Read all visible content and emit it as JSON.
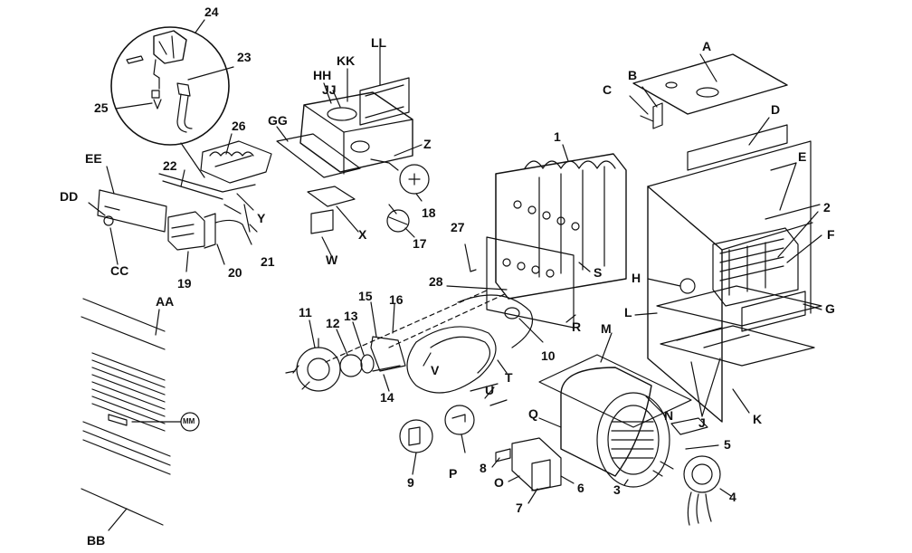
{
  "colors": {
    "ink": "#111111",
    "paper": "#ffffff"
  },
  "labels": {
    "n1": "1",
    "n2": "2",
    "n3": "3",
    "n4": "4",
    "n5": "5",
    "n6": "6",
    "n7": "7",
    "n8": "8",
    "n9": "9",
    "n10": "10",
    "n11": "11",
    "n12": "12",
    "n13": "13",
    "n14": "14",
    "n15": "15",
    "n16": "16",
    "n17": "17",
    "n18": "18",
    "n19": "19",
    "n20": "20",
    "n21": "21",
    "n22": "22",
    "n23": "23",
    "n24": "24",
    "n25": "25",
    "n26": "26",
    "n27": "27",
    "n28": "28",
    "A": "A",
    "B": "B",
    "C": "C",
    "D": "D",
    "E": "E",
    "F": "F",
    "G": "G",
    "H": "H",
    "J": "J",
    "K": "K",
    "L": "L",
    "M": "M",
    "N": "N",
    "O": "O",
    "P": "P",
    "Q": "Q",
    "R": "R",
    "S": "S",
    "T": "T",
    "U": "U",
    "V": "V",
    "W": "W",
    "X": "X",
    "Y": "Y",
    "Z": "Z",
    "AA": "AA",
    "BB": "BB",
    "CC": "CC",
    "DD": "DD",
    "EE": "EE",
    "GG": "GG",
    "HH": "HH",
    "JJ": "JJ",
    "KK": "KK",
    "LL": "LL",
    "MM": "MM"
  }
}
